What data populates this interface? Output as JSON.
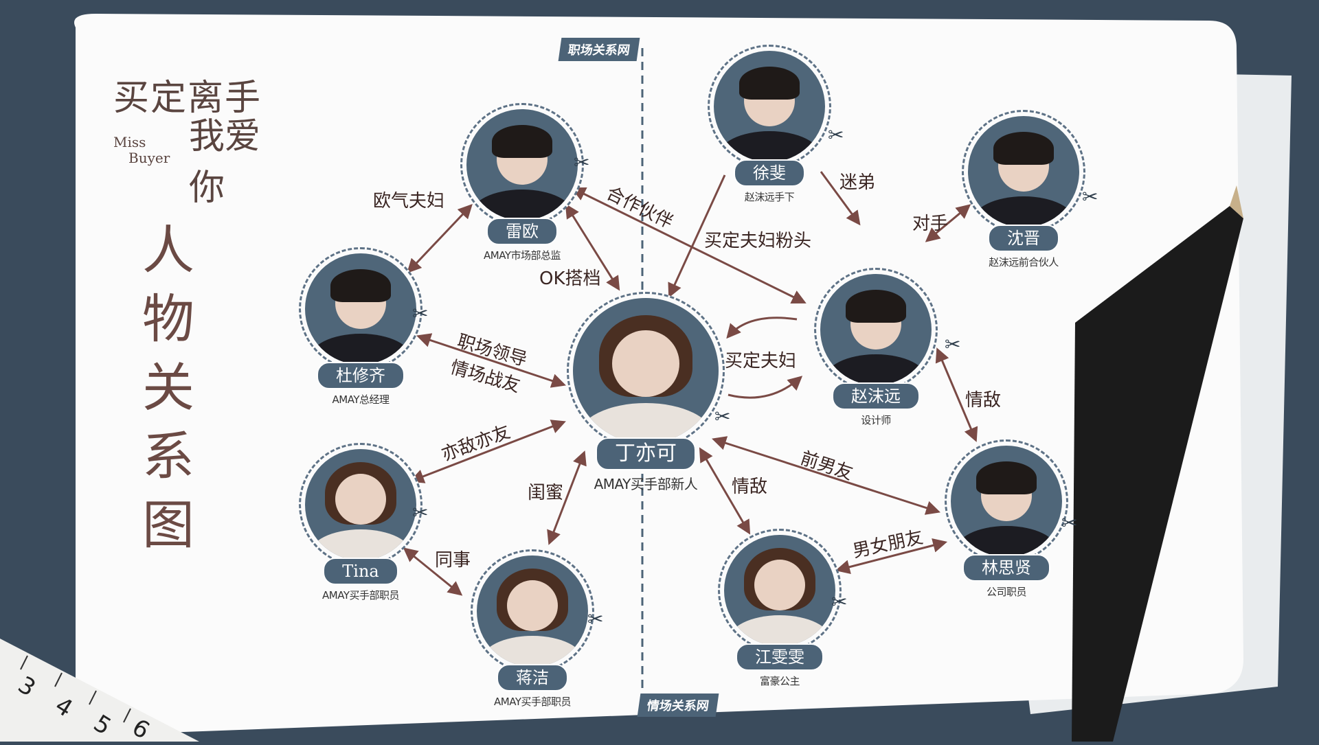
{
  "logo": {
    "title_line1": "买定离手",
    "title_line2": "我爱你",
    "en_line1": "Miss",
    "en_line2": "Buyer"
  },
  "big_title": "人物关系图",
  "networks": {
    "work": "职场关系网",
    "love": "情场关系网"
  },
  "people": {
    "ding": {
      "name": "丁亦可",
      "role": "AMAY买手部新人"
    },
    "lei": {
      "name": "雷欧",
      "role": "AMAY市场部总监"
    },
    "du": {
      "name": "杜修齐",
      "role": "AMAY总经理"
    },
    "tina": {
      "name": "Tina",
      "role": "AMAY买手部职员"
    },
    "jiang_jie": {
      "name": "蒋洁",
      "role": "AMAY买手部职员"
    },
    "xu": {
      "name": "徐斐",
      "role": "赵沫远手下"
    },
    "shen": {
      "name": "沈晋",
      "role": "赵沫远前合伙人"
    },
    "zhao": {
      "name": "赵沫远",
      "role": "设计师"
    },
    "lin": {
      "name": "林思贤",
      "role": "公司职员"
    },
    "jiang_wen": {
      "name": "江雯雯",
      "role": "富豪公主"
    }
  },
  "relations": {
    "ou_qi": "欧气夫妇",
    "ok_partner": "OK搭档",
    "cooperation": "合作伙伴",
    "fan_brother": "迷弟",
    "fans": "买定夫妇粉头",
    "rival": "对手",
    "leader": "职场领导",
    "love_enemy_1": "情场战友",
    "couple": "买定夫妇",
    "frenemy": "亦敌亦友",
    "bestie": "闺蜜",
    "love_rival_a": "情敌",
    "love_rival_b": "情敌",
    "ex": "前男友",
    "colleague": "同事",
    "dating": "男女朋友"
  },
  "ruler_digits": [
    "3",
    "4",
    "5",
    "6"
  ],
  "colors": {
    "accent": "#4c6377",
    "arrow": "#7a4a45",
    "paper": "#fbfbfb",
    "background": "#3a4b5c"
  }
}
